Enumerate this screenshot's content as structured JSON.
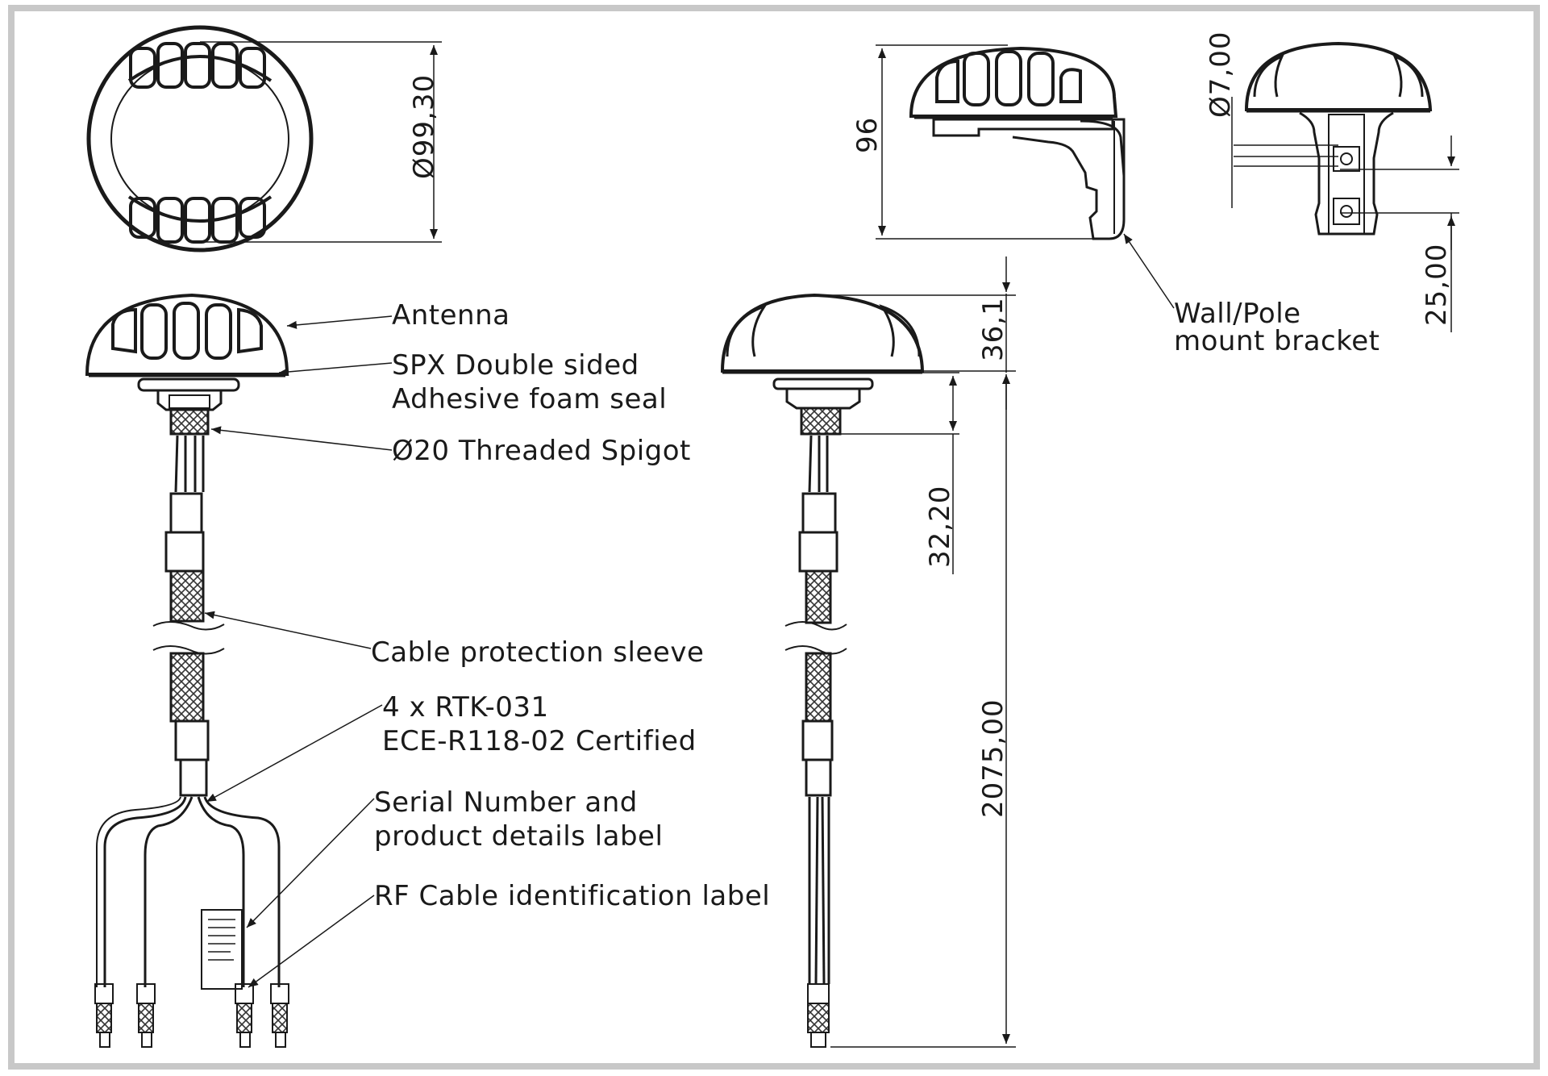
{
  "callouts": {
    "antenna": "Antenna",
    "seal_line1": "SPX Double sided",
    "seal_line2": "Adhesive foam seal",
    "spigot": "Ø20 Threaded Spigot",
    "sleeve": "Cable protection sleeve",
    "rtk_line1": "4 x RTK-031",
    "rtk_line2": "ECE-R118-02 Certified",
    "serial_line1": "Serial Number and",
    "serial_line2": "product details label",
    "rf_label": "RF Cable identification label",
    "bracket_line1": "Wall/Pole",
    "bracket_line2": "mount bracket"
  },
  "dimensions": {
    "diameter": "Ø99,30",
    "height_bracket": "96",
    "hole_diameter": "Ø7,00",
    "hole_spacing": "25,00",
    "dome_height": "36,1",
    "spigot_length": "32,20",
    "cable_length": "2075,00"
  },
  "colors": {
    "line": "#1a1a1a",
    "border": "#c8c8c8",
    "fill": "#ffffff"
  }
}
